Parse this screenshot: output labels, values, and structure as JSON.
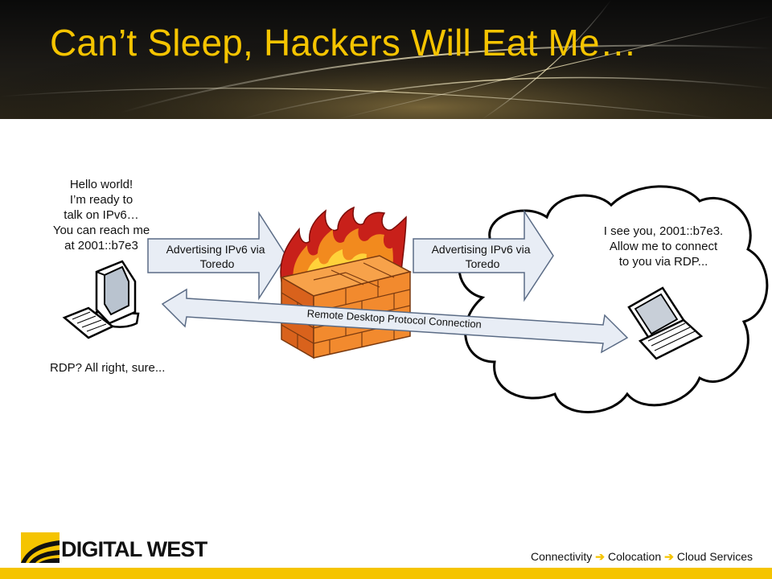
{
  "slide": {
    "title": "Can’t Sleep, Hackers Will Eat Me…"
  },
  "diagram": {
    "left_note": "Hello world!\nI’m ready to\ntalk on IPv6…\nYou can reach me\nat 2001::b7e3",
    "bottom_note": "RDP? All right, sure...",
    "right_note": "I see you, 2001::b7e3.\nAllow me to connect\nto you via RDP...",
    "arrow_left_line1": "Advertising IPv6 via",
    "arrow_left_line2": "Toredo",
    "arrow_right_line1": "Advertising IPv6 via",
    "arrow_right_line2": "Toredo",
    "rdp_label": "Remote Desktop Protocol Connection"
  },
  "footer": {
    "brand": "DIGITAL WEST",
    "service1": "Connectivity",
    "service2": "Colocation",
    "service3": "Cloud Services",
    "arrow_glyph": "➔"
  },
  "colors": {
    "accent": "#f5c400",
    "firewall_brick": "#f28a2e",
    "arrow_fill": "#e8edf5"
  }
}
